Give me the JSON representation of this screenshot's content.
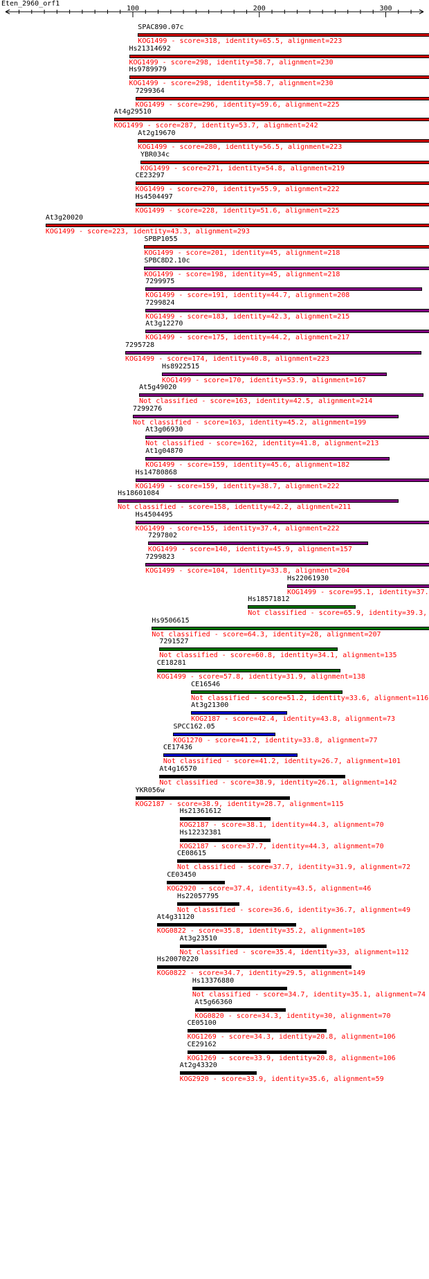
{
  "query": {
    "name": "Eten_2960_orf1"
  },
  "axis": {
    "ticks": [
      {
        "value": 100,
        "label": "100"
      },
      {
        "value": 200,
        "label": "200"
      },
      {
        "value": 300,
        "label": "300"
      }
    ]
  },
  "colors": {
    "red": "#cc0000",
    "purple": "#800080",
    "green": "#007000",
    "blue": "#0000cc",
    "black": "#000000",
    "text_desc": "#ff0000"
  },
  "hits": [
    {
      "name": "SPAC890.07c",
      "desc": "KOG1499 - score=318, identity=65.5, alignment=223",
      "start": 104,
      "end": 339,
      "color": "red"
    },
    {
      "name": "Hs21314692",
      "desc": "KOG1499 - score=298, identity=58.7, alignment=230",
      "start": 97,
      "end": 339,
      "color": "red"
    },
    {
      "name": "Hs9789979",
      "desc": "KOG1499 - score=298, identity=58.7, alignment=230",
      "start": 97,
      "end": 339,
      "color": "red"
    },
    {
      "name": "7299364",
      "desc": "KOG1499 - score=296, identity=59.6, alignment=225",
      "start": 102,
      "end": 339,
      "color": "red"
    },
    {
      "name": "At4g29510",
      "desc": "KOG1499 - score=287, identity=53.7, alignment=242",
      "start": 85,
      "end": 339,
      "color": "red"
    },
    {
      "name": "At2g19670",
      "desc": "KOG1499 - score=280, identity=56.5, alignment=223",
      "start": 104,
      "end": 339,
      "color": "red"
    },
    {
      "name": "YBR034c",
      "desc": "KOG1499 - score=271, identity=54.8, alignment=219",
      "start": 106,
      "end": 337,
      "color": "red"
    },
    {
      "name": "CE23297",
      "desc": "KOG1499 - score=270, identity=55.9, alignment=222",
      "start": 102,
      "end": 337,
      "color": "red"
    },
    {
      "name": "Hs4504497",
      "desc": "KOG1499 - score=228, identity=51.6, alignment=225",
      "start": 102,
      "end": 339,
      "color": "red"
    },
    {
      "name": "At3g20020",
      "desc": "KOG1499 - score=223, identity=43.3, alignment=293",
      "start": 31,
      "end": 335,
      "color": "red"
    },
    {
      "name": "SPBP1055",
      "desc": "KOG1499 - score=201, identity=45, alignment=218",
      "start": 109,
      "end": 339,
      "color": "red"
    },
    {
      "name": "SPBC8D2.10c",
      "desc": "KOG1499 - score=198, identity=45, alignment=218",
      "start": 109,
      "end": 339,
      "color": "purple"
    },
    {
      "name": "7299975",
      "desc": "KOG1499 - score=191, identity=44.7, alignment=208",
      "start": 110,
      "end": 329,
      "color": "purple"
    },
    {
      "name": "7299824",
      "desc": "KOG1499 - score=183, identity=42.3, alignment=215",
      "start": 110,
      "end": 337,
      "color": "purple"
    },
    {
      "name": "At3g12270",
      "desc": "KOG1499 - score=175, identity=44.2, alignment=217",
      "start": 110,
      "end": 337,
      "color": "purple"
    },
    {
      "name": "7295728",
      "desc": "KOG1499 - score=174, identity=40.8, alignment=223",
      "start": 94,
      "end": 328,
      "color": "purple"
    },
    {
      "name": "Hs8922515",
      "desc": "KOG1499 - score=170, identity=53.9, alignment=167",
      "start": 123,
      "end": 301,
      "color": "purple"
    },
    {
      "name": "At5g49020",
      "desc": "Not classified - score=163, identity=42.5, alignment=214",
      "start": 105,
      "end": 330,
      "color": "purple"
    },
    {
      "name": "7299276",
      "desc": "Not classified - score=163, identity=45.2, alignment=199",
      "start": 100,
      "end": 310,
      "color": "purple"
    },
    {
      "name": "At3g06930",
      "desc": "Not classified - score=162, identity=41.8, alignment=213",
      "start": 110,
      "end": 335,
      "color": "purple"
    },
    {
      "name": "At1g04870",
      "desc": "KOG1499 - score=159, identity=45.6, alignment=182",
      "start": 110,
      "end": 303,
      "color": "purple"
    },
    {
      "name": "Hs14780868",
      "desc": "KOG1499 - score=159, identity=38.7, alignment=222",
      "start": 102,
      "end": 335,
      "color": "purple"
    },
    {
      "name": "Hs18601084",
      "desc": "Not classified - score=158, identity=42.2, alignment=211",
      "start": 88,
      "end": 310,
      "color": "purple"
    },
    {
      "name": "Hs4504495",
      "desc": "KOG1499 - score=155, identity=37.4, alignment=222",
      "start": 102,
      "end": 339,
      "color": "purple"
    },
    {
      "name": "7297802",
      "desc": "KOG1499 - score=140, identity=45.9, alignment=157",
      "start": 112,
      "end": 286,
      "color": "purple"
    },
    {
      "name": "7299823",
      "desc": "KOG1499 - score=104, identity=33.8, alignment=204",
      "start": 110,
      "end": 337,
      "color": "purple"
    },
    {
      "name": "Hs22061930",
      "desc": "KOG1499 - score=95.1, identity=37.",
      "start": 222,
      "end": 337,
      "color": "purple"
    },
    {
      "name": "Hs18571812",
      "desc": "Not classified - score=65.9, identity=39.3,",
      "start": 191,
      "end": 276,
      "color": "green"
    },
    {
      "name": "Hs9506615",
      "desc": "Not classified - score=64.3, identity=28, alignment=207",
      "start": 115,
      "end": 335,
      "color": "green"
    },
    {
      "name": "7291527",
      "desc": "Not classified - score=60.8, identity=34.1, alignment=135",
      "start": 121,
      "end": 262,
      "color": "green"
    },
    {
      "name": "CE18281",
      "desc": "KOG1499 - score=57.8, identity=31.9, alignment=138",
      "start": 119,
      "end": 264,
      "color": "green"
    },
    {
      "name": "CE16546",
      "desc": "Not classified - score=51.2, identity=33.6, alignment=116",
      "start": 146,
      "end": 266,
      "color": "green"
    },
    {
      "name": "At3g21300",
      "desc": "KOG2187 - score=42.4, identity=43.8, alignment=73",
      "start": 146,
      "end": 222,
      "color": "blue"
    },
    {
      "name": "SPCC162.05",
      "desc": "KOG1270 - score=41.2, identity=33.8, alignment=77",
      "start": 132,
      "end": 213,
      "color": "blue"
    },
    {
      "name": "CE17436",
      "desc": "Not classified - score=41.2, identity=26.7, alignment=101",
      "start": 124,
      "end": 230,
      "color": "blue"
    },
    {
      "name": "At4g16570",
      "desc": "Not classified - score=38.9, identity=26.1, alignment=142",
      "start": 121,
      "end": 268,
      "color": "black"
    },
    {
      "name": "YKR056w",
      "desc": "KOG2187 - score=38.9, identity=28.7, alignment=115",
      "start": 102,
      "end": 224,
      "color": "black"
    },
    {
      "name": "Hs21361612",
      "desc": "KOG2187 - score=38.1, identity=44.3, alignment=70",
      "start": 137,
      "end": 209,
      "color": "black"
    },
    {
      "name": "Hs12232381",
      "desc": "KOG2187 - score=37.7, identity=44.3, alignment=70",
      "start": 137,
      "end": 209,
      "color": "black"
    },
    {
      "name": "CE08615",
      "desc": "Not classified - score=37.7, identity=31.9, alignment=72",
      "start": 135,
      "end": 209,
      "color": "black"
    },
    {
      "name": "CE03450",
      "desc": "KOG2920 - score=37.4, identity=43.5, alignment=46",
      "start": 127,
      "end": 173,
      "color": "black"
    },
    {
      "name": "Hs22057795",
      "desc": "Not classified - score=36.6, identity=36.7, alignment=49",
      "start": 135,
      "end": 184,
      "color": "black"
    },
    {
      "name": "At4g31120",
      "desc": "KOG0822 - score=35.8, identity=35.2, alignment=105",
      "start": 119,
      "end": 229,
      "color": "black"
    },
    {
      "name": "At3g23510",
      "desc": "Not classified - score=35.4, identity=33, alignment=112",
      "start": 137,
      "end": 253,
      "color": "black"
    },
    {
      "name": "Hs20070220",
      "desc": "KOG0822 - score=34.7, identity=29.5, alignment=149",
      "start": 119,
      "end": 273,
      "color": "black"
    },
    {
      "name": "Hs13376880",
      "desc": "Not classified - score=34.7, identity=35.1, alignment=74",
      "start": 147,
      "end": 222,
      "color": "black"
    },
    {
      "name": "At5g66360",
      "desc": "KOG0820 - score=34.3, identity=30, alignment=70",
      "start": 149,
      "end": 221,
      "color": "black"
    },
    {
      "name": "CE05100",
      "desc": "KOG1269 - score=34.3, identity=20.8, alignment=106",
      "start": 143,
      "end": 253,
      "color": "black"
    },
    {
      "name": "CE29162",
      "desc": "KOG1269 - score=33.9, identity=20.8, alignment=106",
      "start": 143,
      "end": 253,
      "color": "black"
    },
    {
      "name": "At2g43320",
      "desc": "KOG2920 - score=33.9, identity=35.6, alignment=59",
      "start": 137,
      "end": 198,
      "color": "black"
    }
  ]
}
